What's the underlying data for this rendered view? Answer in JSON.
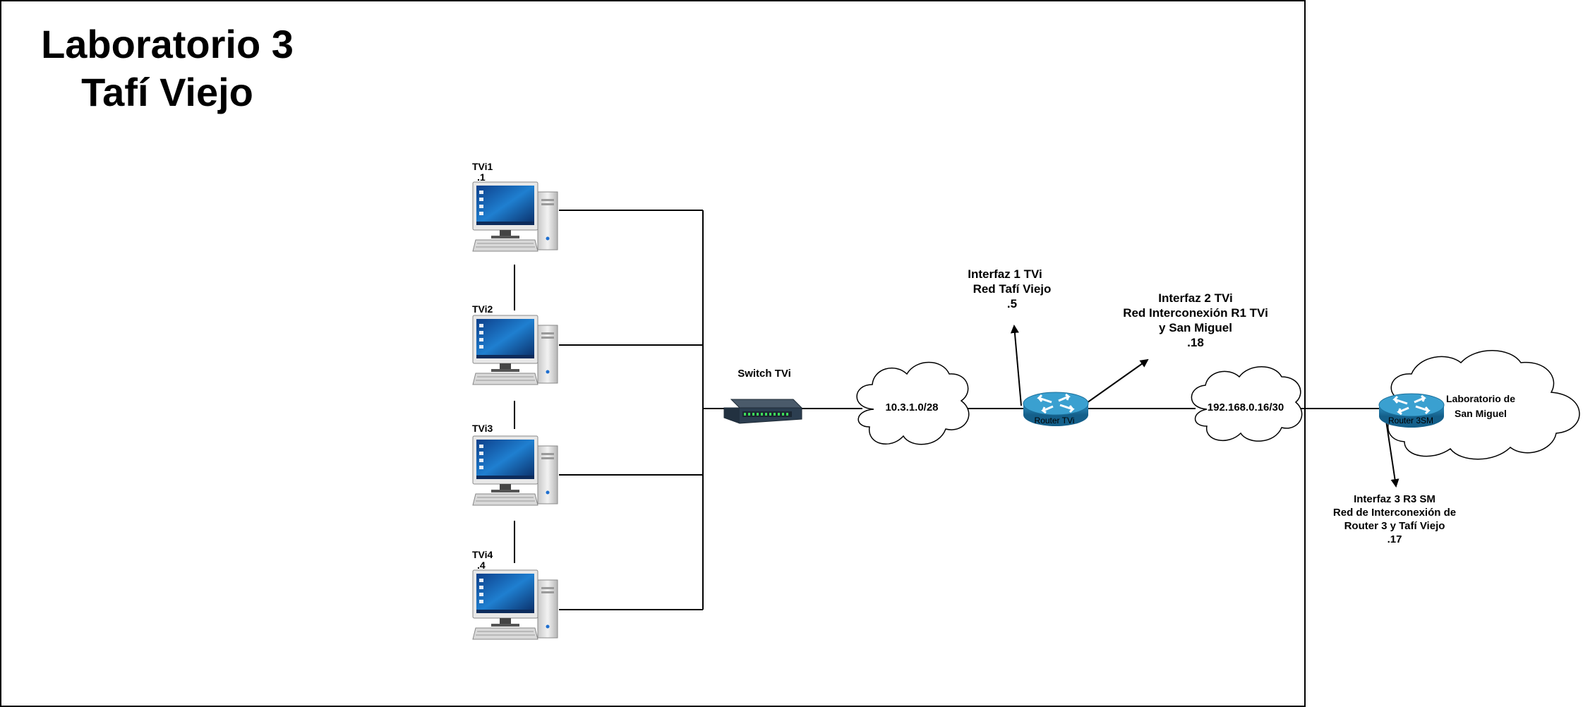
{
  "title": {
    "line1": "Laboratorio 3",
    "line2": "Tafí Viejo"
  },
  "pcs": [
    {
      "name": "TVi1",
      "ip": ".1"
    },
    {
      "name": "TVi2",
      "ip": ""
    },
    {
      "name": "TVi3",
      "ip": ""
    },
    {
      "name": "TVi4",
      "ip": ".4"
    }
  ],
  "switch": {
    "label": "Switch TVi"
  },
  "cloud_lan": {
    "label": "10.3.1.0/28"
  },
  "router_tvi": {
    "label": "Router TVi"
  },
  "interface1": {
    "line1": "Interfaz 1 TVi",
    "line2": "Red Tafí Viejo",
    "line3": ".5"
  },
  "interface2": {
    "line1": "Interfaz 2 TVi",
    "line2": "Red Interconexión R1 TVi",
    "line3": "y San Miguel",
    "line4": ".18"
  },
  "cloud_wan": {
    "label": "192.168.0.16/30"
  },
  "router_sm": {
    "label": "Router 3SM"
  },
  "san_miguel": {
    "line1": "Laboratorio de",
    "line2": "San Miguel"
  },
  "interface3": {
    "line1": "Interfaz 3 R3 SM",
    "line2": "Red de Interconexión de",
    "line3": "Router 3 y Tafí Viejo",
    "line4": ".17"
  },
  "colors": {
    "router_fill": "#1f7fae",
    "router_top": "#3aa0d0",
    "screen": "#1a6ac0",
    "switch_body": "#2c3e50"
  }
}
